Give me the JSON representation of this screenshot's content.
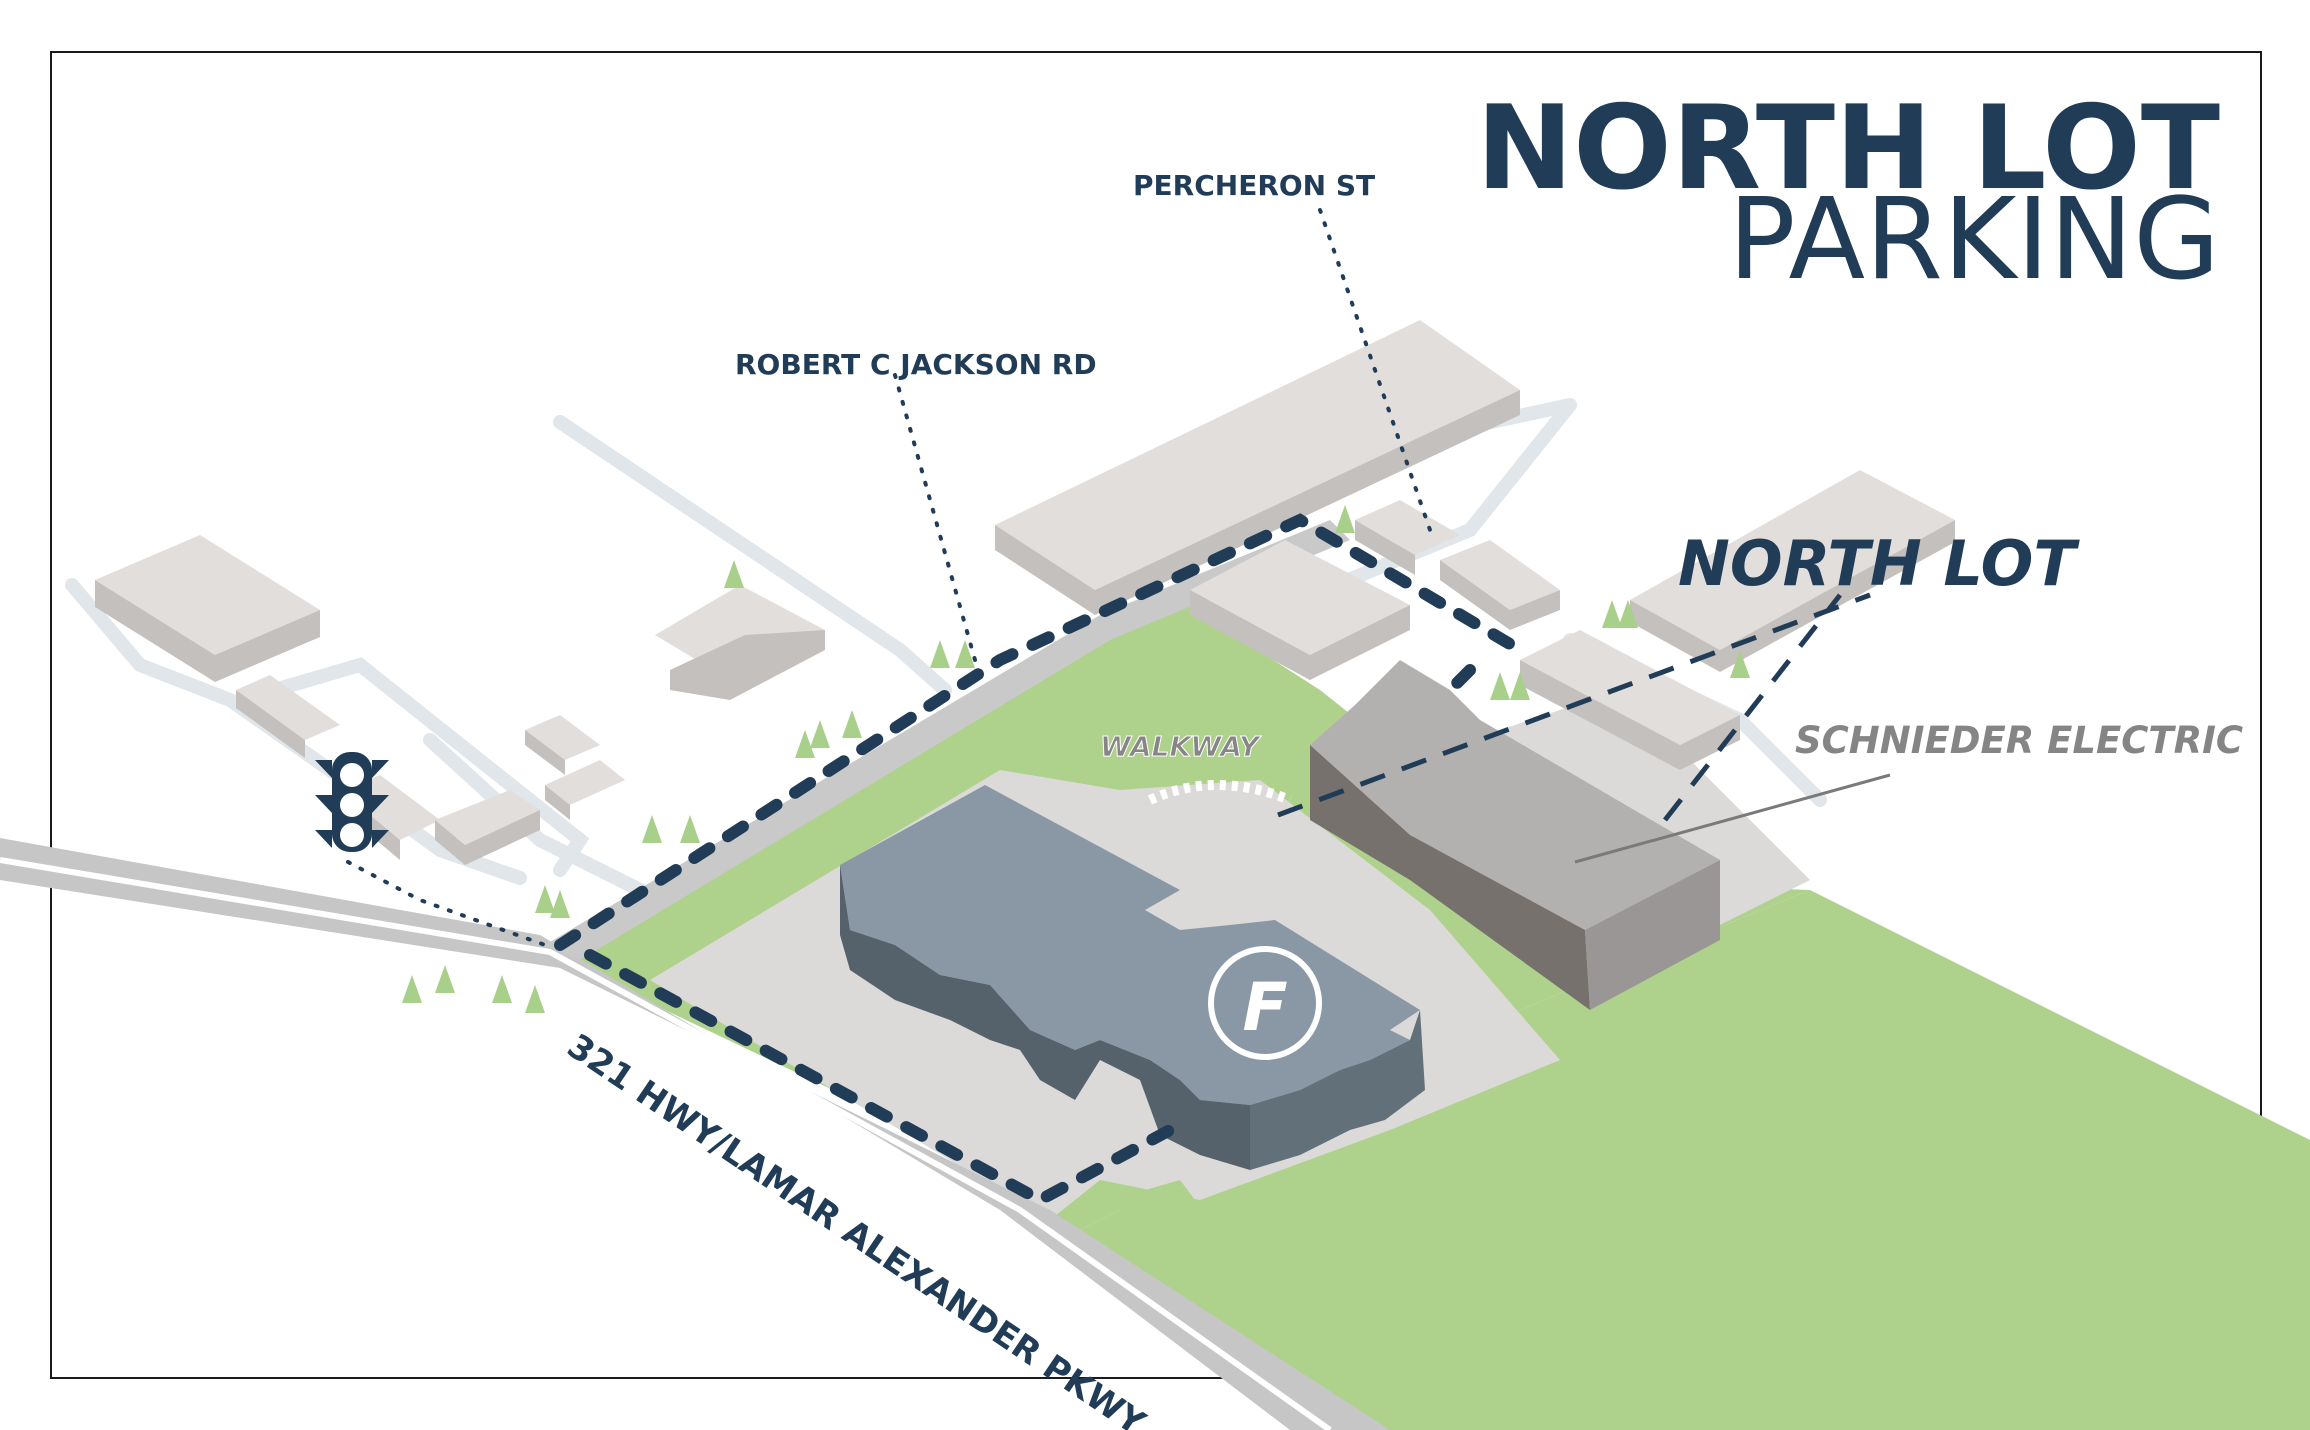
{
  "title": {
    "line1": "NORTH LOT",
    "line2": "PARKING"
  },
  "labels": {
    "percheron": "PERCHERON ST",
    "robert": "ROBERT C JACKSON RD",
    "north_lot": "NORTH LOT",
    "schnieder": "SCHNIEDER ELECTRIC",
    "walkway": "WALKWAY",
    "highway": "321 HWY/LAMAR ALEXANDER PKWY"
  },
  "logo": {
    "letter": "F"
  },
  "icons": {
    "traffic_light": "traffic-light-icon",
    "building_logo": "f-logo-icon",
    "tree": "tree-icon"
  },
  "colors": {
    "navy": "#213c57",
    "grass": "#aed28c",
    "building_light": "#e2dedc",
    "building_side": "#c3c0be",
    "main_building_top": "#8a98a6",
    "main_building_side": "#55626b",
    "schnieder_top": "#b3b1b0",
    "schnieder_side": "#77716d",
    "road_light": "#e0e6ea",
    "highway": "#c6c6c6",
    "lot": "#dbdad8",
    "tree": "#a9d08a",
    "schnieder_text": "#858585"
  }
}
